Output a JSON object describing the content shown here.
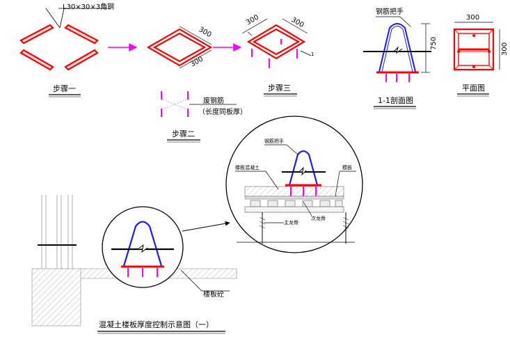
{
  "labels": {
    "angle_steel": "L30×30×3角钢",
    "step1": "步骤一",
    "step2": "步骤二",
    "step3": "步骤三",
    "waste_rebar": "废钢筋",
    "waste_rebar_note": "（长度同板厚）",
    "rebar_handle": "钢筋把手",
    "section": "1-1剖面图",
    "plan": "平面图",
    "detail_handle": "钢筋把手",
    "detail_slab_concrete": "楼板混凝土",
    "detail_formwork": "模板",
    "detail_main_joist": "主龙骨",
    "detail_secondary_joist": "次龙骨",
    "slab_concrete": "楼板砼",
    "title": "混凝土楼板厚度控制示意图（一）"
  },
  "dims": {
    "d300": "300",
    "d750": "750",
    "sec1": "1"
  },
  "colors": {
    "steel": "#ff0000",
    "handle": "#1a1aff",
    "rebar": "#ff00ff",
    "line": "#000000"
  }
}
